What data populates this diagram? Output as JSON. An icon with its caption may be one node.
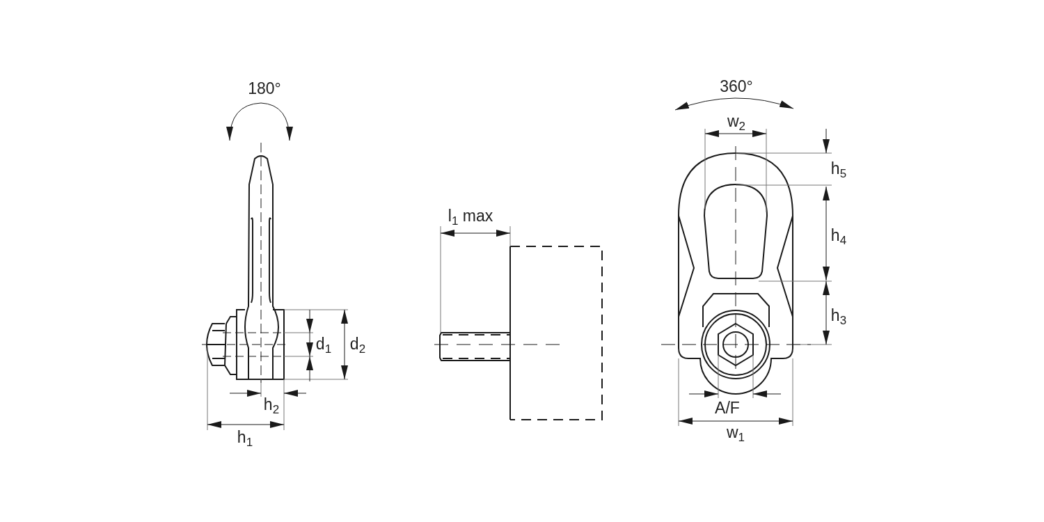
{
  "diagram": {
    "labels": [
      "180°",
      "360°",
      "w$_{2}$",
      "h$_{5}$",
      "l$_{1}$ max",
      "h$_{4}$",
      "d$_{1}$",
      "d$_{2}$",
      "h$_{3}$",
      "h$_{2}$",
      "A/F",
      "h$_{1}$",
      "w$_{1}$"
    ]
  }
}
